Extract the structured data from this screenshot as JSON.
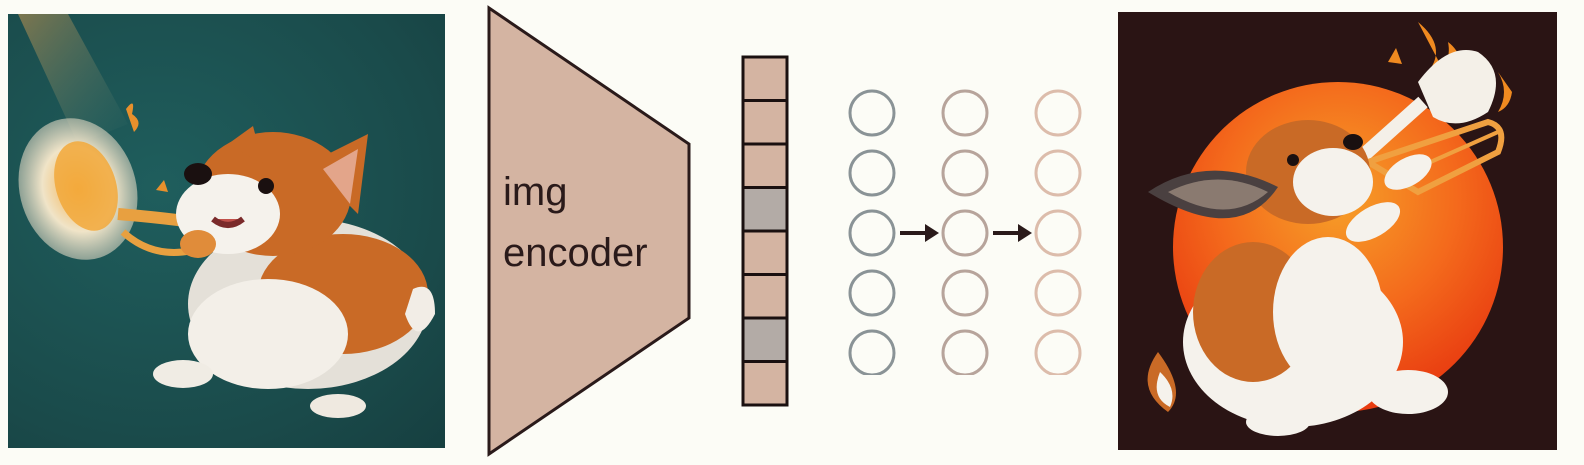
{
  "encoder": {
    "line1": "img",
    "line2": "encoder",
    "fill_color": "#d4b4a2",
    "stroke_color": "#2a1a1a"
  },
  "embedding": {
    "cell_colors": [
      "#d4b4a2",
      "#d4b4a2",
      "#d4b4a2",
      "#b3aba6",
      "#d4b4a2",
      "#d4b4a2",
      "#b3aba6",
      "#d4b4a2"
    ]
  },
  "network": {
    "layers": [
      {
        "nodes": 5,
        "color": "#8a9396"
      },
      {
        "nodes": 5,
        "color": "#b7a49b"
      },
      {
        "nodes": 5,
        "color": "#dcbcab"
      }
    ],
    "arrow_color": "#2a1a1a"
  },
  "images": {
    "input": "corgi-playing-trumpet-teal-background",
    "output": "corgi-playing-trombone-orange-sun-background"
  },
  "colors": {
    "background": "#fcfcf6",
    "teal": "#1d5554",
    "corgi_orange": "#d9782e",
    "sun_red": "#f04a18",
    "dark_brown": "#2a1414"
  }
}
